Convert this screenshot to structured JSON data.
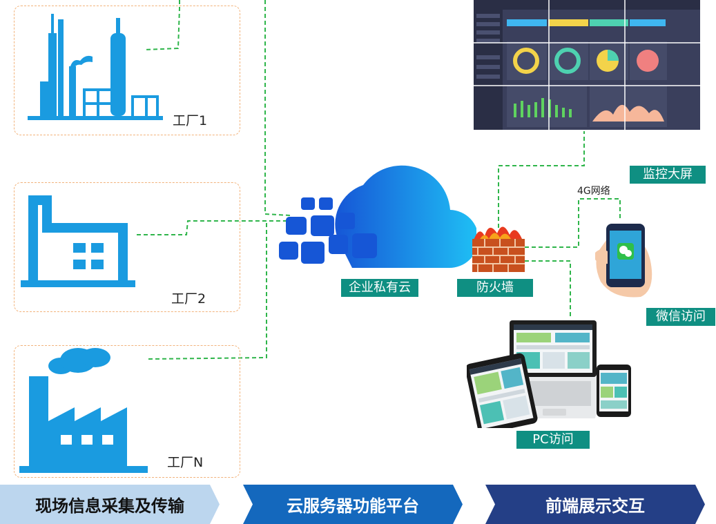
{
  "factories": [
    {
      "label": "工厂1"
    },
    {
      "label": "工厂2"
    },
    {
      "label": "工厂N"
    }
  ],
  "cloud": {
    "label": "企业私有云"
  },
  "firewall": {
    "label": "防火墙"
  },
  "endpoints": {
    "big_screen": "监控大屏",
    "network": "4G网络",
    "wechat": "微信访问",
    "pc": "PC访问"
  },
  "bottom": {
    "collect": "现场信息采集及传输",
    "cloud_platform": "云服务器功能平台",
    "frontend": "前端展示交互"
  },
  "colors": {
    "factory_icon": "#1a9be0",
    "dashed_line": "#2eb54a",
    "cloud_light": "#1fb5f0",
    "cloud_dark": "#1656d6",
    "label_teal": "#0f8f82",
    "brick": "#e86a2a"
  }
}
